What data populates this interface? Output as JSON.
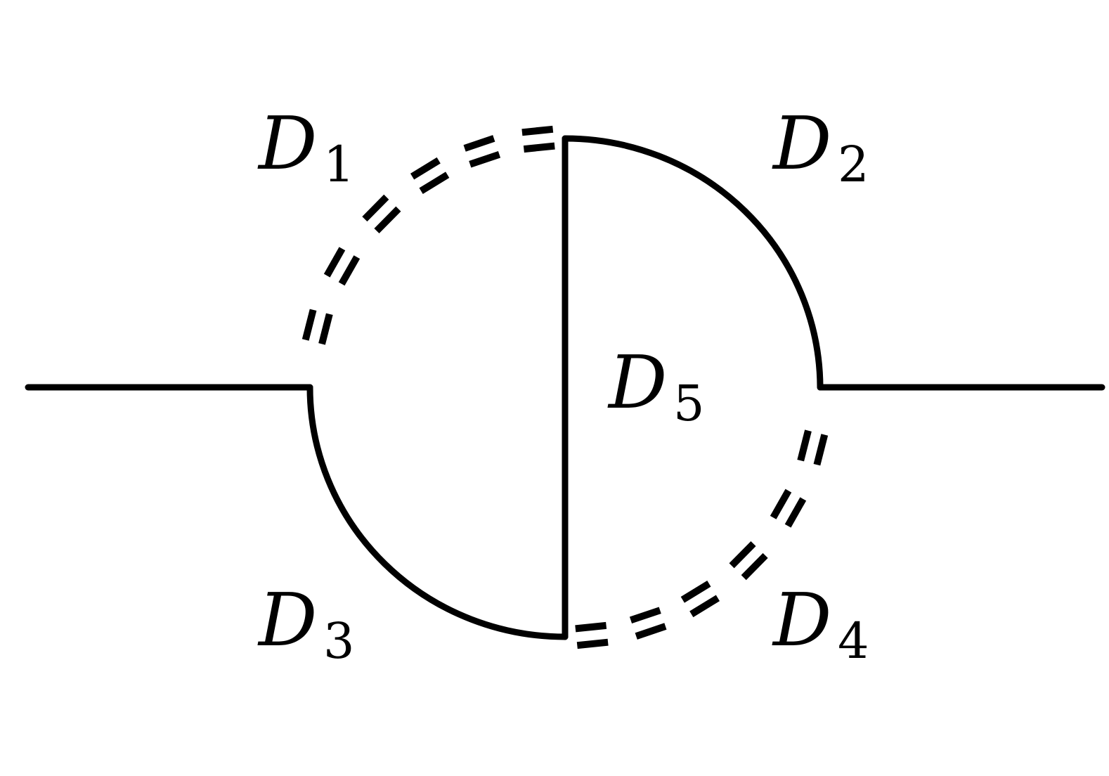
{
  "diagram": {
    "stroke_color": "#000000",
    "background": "#ffffff",
    "propagators": [
      {
        "id": "D1",
        "main": "D",
        "sub": "1",
        "cut": true
      },
      {
        "id": "D2",
        "main": "D",
        "sub": "2",
        "cut": false
      },
      {
        "id": "D3",
        "main": "D",
        "sub": "3",
        "cut": false
      },
      {
        "id": "D4",
        "main": "D",
        "sub": "4",
        "cut": true
      },
      {
        "id": "D5",
        "main": "D",
        "sub": "5",
        "cut": false
      }
    ]
  }
}
